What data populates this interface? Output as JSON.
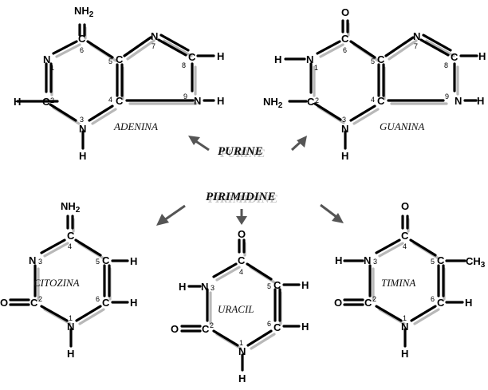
{
  "classes": {
    "purine": "PURINE",
    "pyrimidine": "PIRIMIDINE"
  },
  "molecules": [
    {
      "id": "adenina",
      "name": "ADENINA"
    },
    {
      "id": "guanina",
      "name": "GUANINA"
    },
    {
      "id": "citozina",
      "name": "CITOZINA"
    },
    {
      "id": "uracil",
      "name": "URACIL"
    },
    {
      "id": "timina",
      "name": "TIMINA"
    }
  ],
  "atom_labels": {
    "carbon": "C",
    "nitrogen": "N",
    "oxygen": "O",
    "hydrogen": "H",
    "amino": "NH2",
    "methyl": "CH3"
  },
  "ring_numbers": [
    "1",
    "2",
    "3",
    "4",
    "5",
    "6",
    "7",
    "8",
    "9"
  ]
}
